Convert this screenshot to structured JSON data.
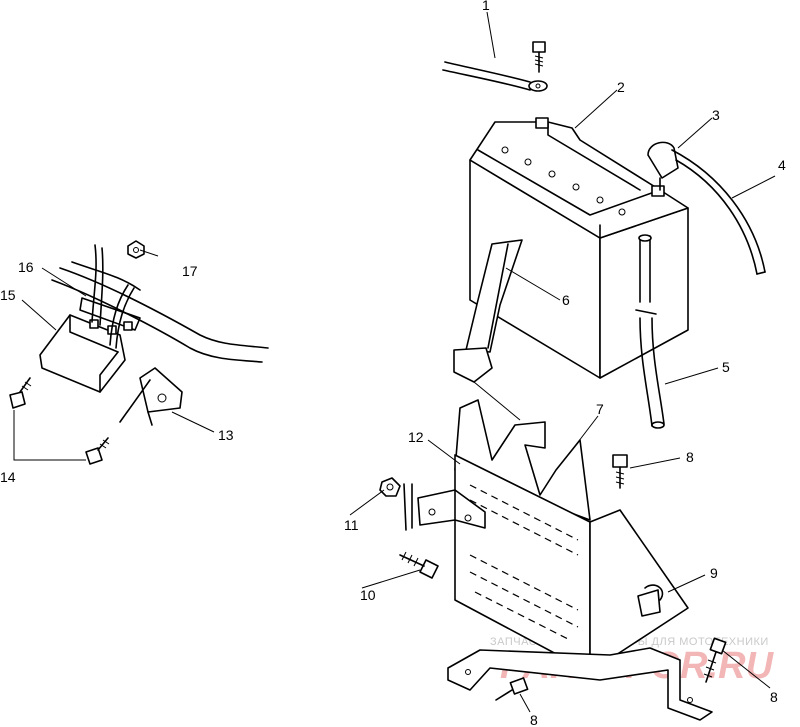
{
  "callouts": [
    {
      "id": "c1",
      "text": "1"
    },
    {
      "id": "c2",
      "text": "2"
    },
    {
      "id": "c3",
      "text": "3"
    },
    {
      "id": "c4",
      "text": "4"
    },
    {
      "id": "c5",
      "text": "5"
    },
    {
      "id": "c6",
      "text": "6"
    },
    {
      "id": "c7",
      "text": "7"
    },
    {
      "id": "c8a",
      "text": "8"
    },
    {
      "id": "c8b",
      "text": "8"
    },
    {
      "id": "c8c",
      "text": "8"
    },
    {
      "id": "c9",
      "text": "9"
    },
    {
      "id": "c10",
      "text": "10"
    },
    {
      "id": "c11",
      "text": "11"
    },
    {
      "id": "c12",
      "text": "12"
    },
    {
      "id": "c13",
      "text": "13"
    },
    {
      "id": "c14",
      "text": "14"
    },
    {
      "id": "c15",
      "text": "15"
    },
    {
      "id": "c16",
      "text": "16"
    },
    {
      "id": "c17",
      "text": "17"
    }
  ],
  "watermark": {
    "tagline": "ЗАПЧАСТИ И АКСЕССУАРЫ ДЛЯ МОТОТЕХНИКИ",
    "brand": "PARTSPOR.RU"
  },
  "colors": {
    "line": "#000000",
    "background": "#ffffff",
    "watermark_red": "#f2b6b6",
    "watermark_gray": "#c9c9c9"
  }
}
